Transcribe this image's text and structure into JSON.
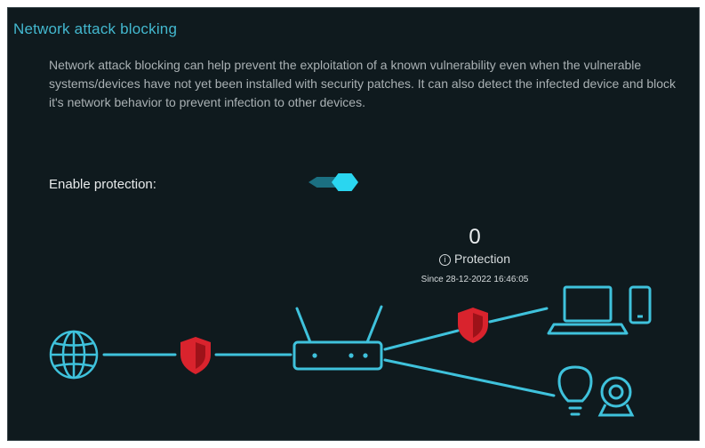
{
  "section": {
    "title": "Network attack blocking",
    "description": "Network attack blocking can help prevent the exploitation of a known vulnerability even when the vulnerable systems/devices have not yet been installed with security patches. It can also detect the infected device and block it's network behavior to prevent infection to other devices."
  },
  "protection": {
    "enable_label": "Enable protection:",
    "enabled": true,
    "blocked_count": "0",
    "status_label": "Protection",
    "since_text": "Since 28-12-2022 16:46:05"
  },
  "diagram": {
    "nodes": [
      "globe-icon",
      "router-icon",
      "laptop-icon",
      "phone-icon",
      "lightbulb-icon",
      "webcam-icon"
    ],
    "shields": [
      "shield-icon",
      "shield-icon"
    ]
  },
  "colors": {
    "background": "#0f1a1e",
    "accent": "#43b8cf",
    "line": "#3fc2dc",
    "shield": "#d9232d",
    "text": "#aab1b4"
  }
}
